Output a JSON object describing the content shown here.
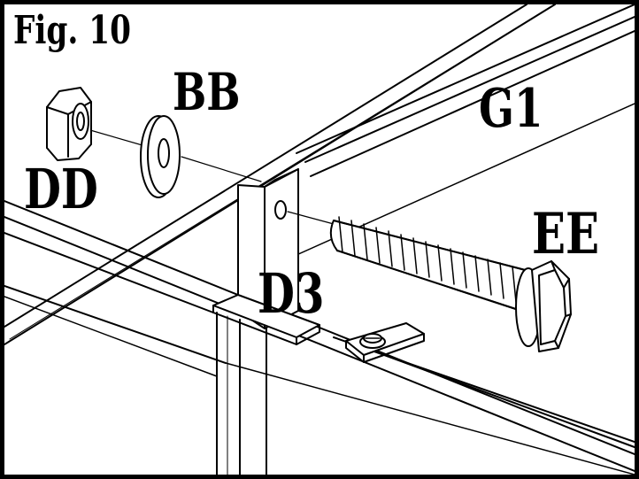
{
  "figure": {
    "title": "Fig. 10",
    "labels": {
      "nut": "DD",
      "washer": "BB",
      "rail": "G1",
      "bolt": "EE",
      "bracket": "D3"
    }
  },
  "colors": {
    "ink": "#000000",
    "paper": "#ffffff",
    "shade": "#d9d9d9"
  }
}
